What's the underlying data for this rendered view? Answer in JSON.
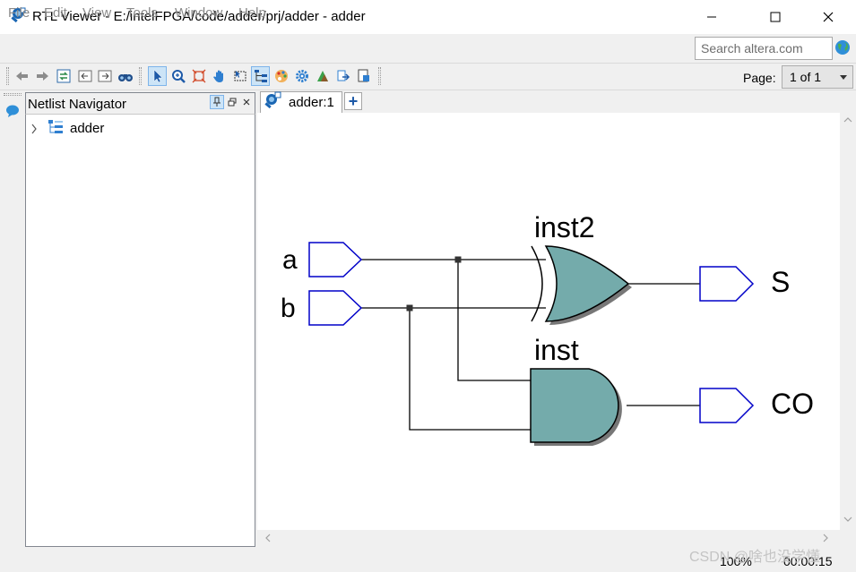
{
  "window": {
    "title": "RTL Viewer - E:/intelFPGA/code/adder/prj/adder - adder"
  },
  "menu": {
    "items": [
      "File",
      "Edit",
      "View",
      "Tools",
      "Window",
      "Help"
    ]
  },
  "search": {
    "placeholder": "Search altera.com"
  },
  "toolbar": {
    "buttons": [
      "back-icon",
      "forward-icon",
      "refresh-icon",
      "collapse-left-icon",
      "collapse-right-icon",
      "find-icon",
      "select-pointer-icon",
      "zoom-icon",
      "fit-icon",
      "pan-hand-icon",
      "area-select-icon",
      "hierarchy-icon",
      "color-palette-icon",
      "settings-gear-icon",
      "filter-icon",
      "export-icon",
      "page-setup-icon"
    ],
    "page_label": "Page:",
    "page_value": "1 of 1"
  },
  "netlist": {
    "title": "Netlist Navigator",
    "tree_items": [
      {
        "label": "adder"
      }
    ]
  },
  "tabs": [
    {
      "label": "adder:1"
    }
  ],
  "schematic": {
    "inputs": [
      "a",
      "b"
    ],
    "outputs": [
      "S",
      "CO"
    ],
    "gates": [
      {
        "name": "inst2",
        "type": "xor"
      },
      {
        "name": "inst",
        "type": "and"
      }
    ],
    "gate_fill": "#74abab",
    "port_color": "#0000c8"
  },
  "status": {
    "zoom": "100%",
    "time": "00:00:15"
  },
  "watermark": "CSDN @啥也没学懂"
}
